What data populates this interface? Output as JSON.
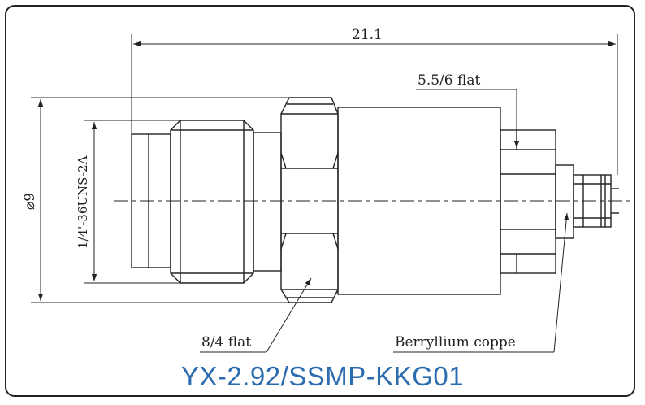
{
  "title": "YX-2.92/SSMP-KKG01",
  "dimensions": {
    "length": "21.1",
    "flat_right": "5.5/6 flat",
    "diameter": "⌀9",
    "thread": "1/4'-36UNS-2A",
    "flat_hex": "8/4 flat",
    "material": "Berryllium coppe"
  },
  "colors": {
    "title": "#2b6cb0",
    "line": "#222222"
  }
}
